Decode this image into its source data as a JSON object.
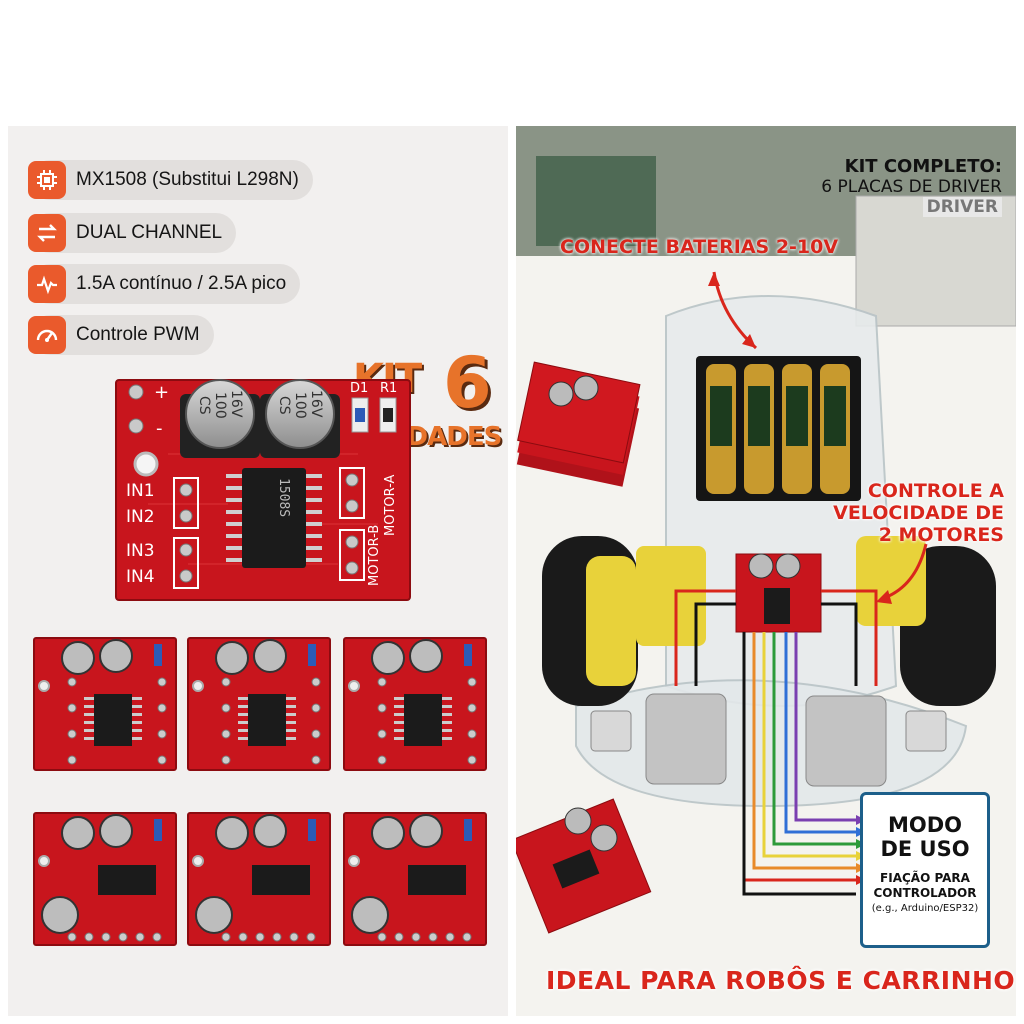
{
  "features": [
    {
      "icon": "chip-icon",
      "label": "MX1508 (Substitui L298N)"
    },
    {
      "icon": "swap-arrows-icon",
      "label": "DUAL CHANNEL"
    },
    {
      "icon": "pulse-wave-icon",
      "label": "1.5A contínuo / 2.5A pico"
    },
    {
      "icon": "gauge-icon",
      "label": "Controle PWM"
    }
  ],
  "kit_badge": {
    "kit": "KIT",
    "count": "6",
    "unidades": "UNIDADES"
  },
  "board": {
    "plus": "+",
    "minus": "-",
    "d1": "D1",
    "r1": "R1",
    "cap_text": [
      "CS",
      "100",
      "16V"
    ],
    "pins_left": [
      "IN1",
      "IN2",
      "IN3",
      "IN4"
    ],
    "motor_b": "MOTOR-B",
    "motor_a": "MOTOR-A",
    "chip_text": "1508S"
  },
  "right": {
    "kit_completo": "KIT COMPLETO:",
    "placas": "6 PLACAS DE DRIVER",
    "driver": "DRIVER",
    "baterias": "CONECTE BATERIAS 2-10V",
    "controle": [
      "CONTROLE A",
      "VELOCIDADE DE",
      "2 MOTORES"
    ],
    "modo": [
      "MODO",
      "DE USO"
    ],
    "fiacao": [
      "FIAÇÃO PARA",
      "CONTROLADOR"
    ],
    "exemplo": "(e.g., Arduino/ESP32)",
    "ideal": "IDEAL PARA ROBÔS E CARRINHOS"
  },
  "colors": {
    "accent": "#ea5a2c",
    "pcb": "#c8151d",
    "callout": "#d9261c",
    "box_border": "#1d5f8a"
  },
  "wire_colors": [
    "#7a3fb0",
    "#2f6fd6",
    "#2c9a3a",
    "#e8d23a",
    "#e88a2a",
    "#d9261c"
  ]
}
